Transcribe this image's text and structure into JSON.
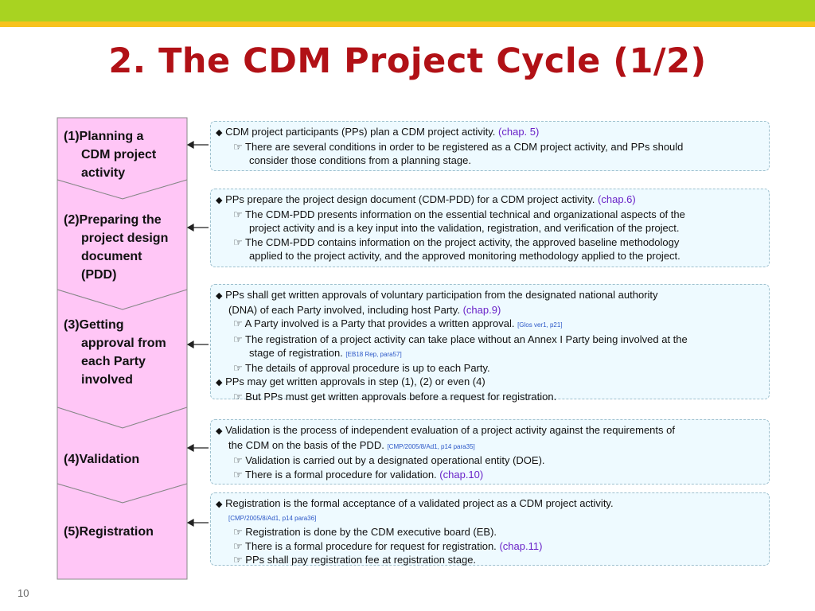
{
  "title": "2. The CDM Project Cycle (1/2)",
  "page_number": "10",
  "icons": {
    "bullet": "diamond-bullet",
    "sub_bullet": "pointing-hand"
  },
  "colors": {
    "green_bar": "#a8d321",
    "yellow_bar": "#f7c21e",
    "title": "#b11116",
    "step_fill": "#ffc6f6",
    "box_bg": "#eefaff",
    "link": "#6a24c8"
  },
  "steps": [
    {
      "lines": [
        "(1)Planning a",
        "CDM project",
        "activity"
      ]
    },
    {
      "lines": [
        "(2)Preparing the",
        "project design",
        "document",
        "(PDD)"
      ]
    },
    {
      "lines": [
        "(3)Getting",
        "approval from",
        "each Party",
        "involved"
      ]
    },
    {
      "lines": [
        "(4)Validation"
      ]
    },
    {
      "lines": [
        "(5)Registration"
      ]
    }
  ],
  "details": [
    {
      "p1": {
        "text": "CDM project participants (PPs) plan a CDM project activity.",
        "ref": "(chap. 5)"
      },
      "s1": "There are several conditions in order to be registered as a CDM project activity, and PPs should",
      "s1b": "consider those conditions from a planning stage."
    },
    {
      "p1": {
        "text": "PPs prepare the project design document (CDM-PDD) for a CDM project activity.",
        "ref": "(chap.6)"
      },
      "s1": "The CDM-PDD presents information on the essential technical and organizational aspects of the",
      "s1b": "project activity and is a key input into the validation, registration, and verification of the project.",
      "s2": "The CDM-PDD contains information on the project activity, the approved baseline methodology",
      "s2b": "applied to the project activity, and the approved monitoring methodology applied to the project."
    },
    {
      "p1": "PPs shall get written approvals of voluntary participation from the designated national authority",
      "p1b": {
        "text": "(DNA) of each Party involved, including host Party.",
        "ref": "(chap.9)"
      },
      "s1": {
        "text": "A Party involved is a Party that provides a written approval.",
        "cite": "[Glos ver1, p21]"
      },
      "s2": "The registration of a project activity can take place without an Annex I Party being involved at the",
      "s2b": {
        "text": "stage of registration.",
        "cite": "[EB18 Rep, para57]"
      },
      "s3": "The details of approval procedure is up to each Party.",
      "p2": "PPs may get written approvals in step (1), (2) or even (4)",
      "s4": "But PPs must get written approvals before a request for registration."
    },
    {
      "p1": "Validation is the process of independent evaluation of a project activity against the requirements of",
      "p1b": {
        "text": "the CDM on the basis of the PDD.",
        "cite": "[CMP/2005/8/Ad1, p14 para35]"
      },
      "s1": "Validation is carried out by a designated operational entity (DOE).",
      "s2": {
        "text": "There is a formal procedure for validation.",
        "ref": "(chap.10)"
      }
    },
    {
      "p1": "Registration is the formal acceptance of a validated project as a CDM project activity.",
      "cite": "[CMP/2005/8/Ad1, p14 para36]",
      "s1": "Registration is done by the CDM executive board (EB).",
      "s2": {
        "text": "There is a formal procedure for request for registration.",
        "ref": "(chap.11)"
      },
      "s3": "PPs shall pay registration fee at registration stage."
    }
  ]
}
